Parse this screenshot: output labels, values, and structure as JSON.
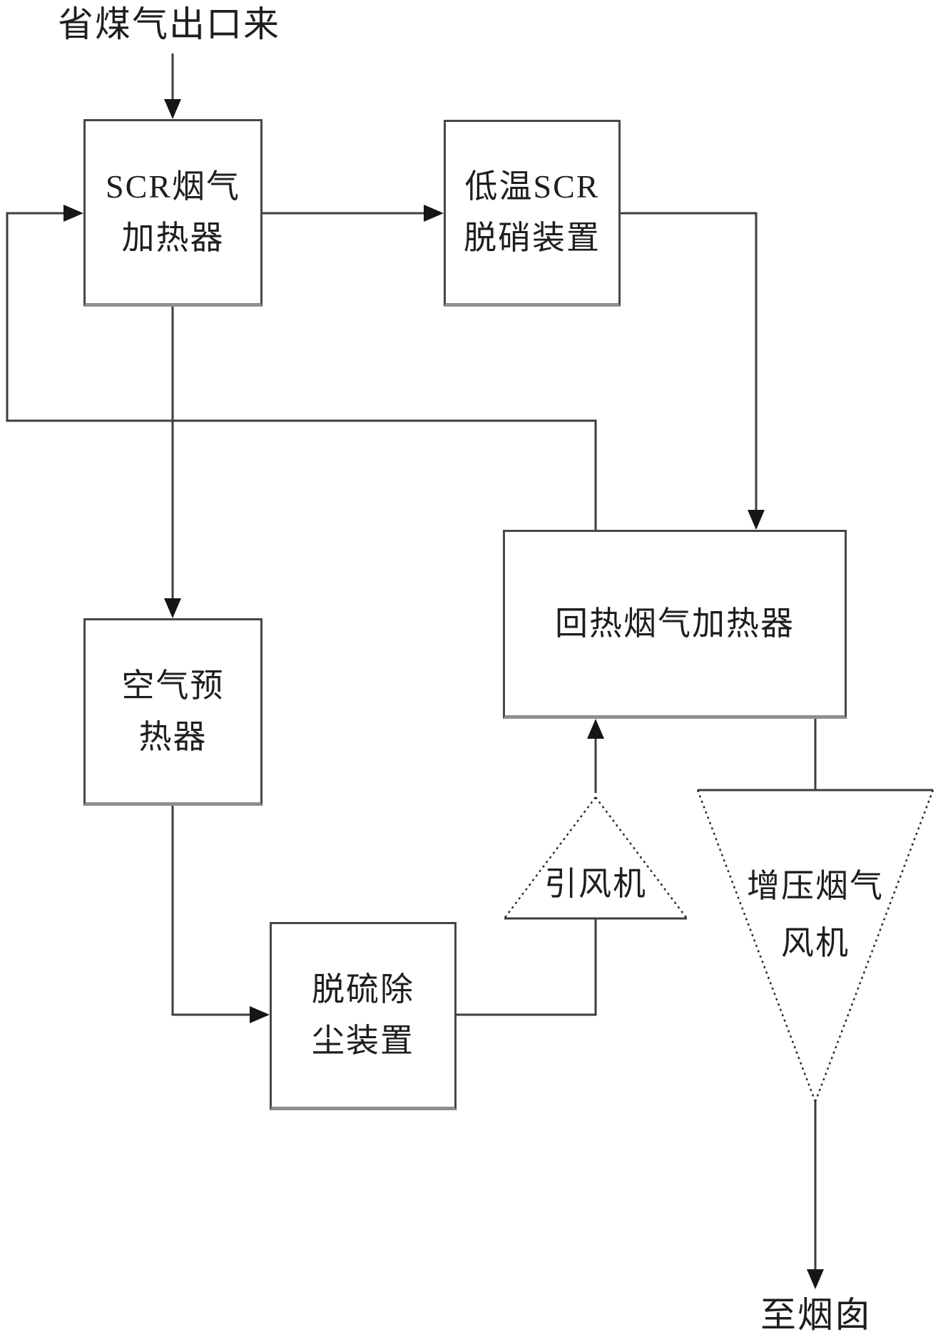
{
  "diagram": {
    "source_label": "省煤气出口来",
    "sink_label": "至烟囱",
    "nodes": {
      "scr_gas_heater": {
        "line1": "SCR烟气",
        "line2": "加热器"
      },
      "low_temp_scr_denitration": {
        "line1": "低温SCR",
        "line2": "脱硝装置"
      },
      "air_preheater": {
        "line1": "空气预",
        "line2": "热器"
      },
      "regenerative_gas_heater": {
        "label": "回热烟气加热器"
      },
      "desulfurization_dedusting": {
        "line1": "脱硫除",
        "line2": "尘装置"
      },
      "induced_draft_fan": {
        "label": "引风机"
      },
      "booster_gas_fan": {
        "line1": "增压烟气",
        "line2": "风机"
      }
    },
    "colors": {
      "line": "#3d3d3d",
      "arrow": "#161616",
      "text": "#1e1e1e",
      "background": "#ffffff"
    }
  }
}
